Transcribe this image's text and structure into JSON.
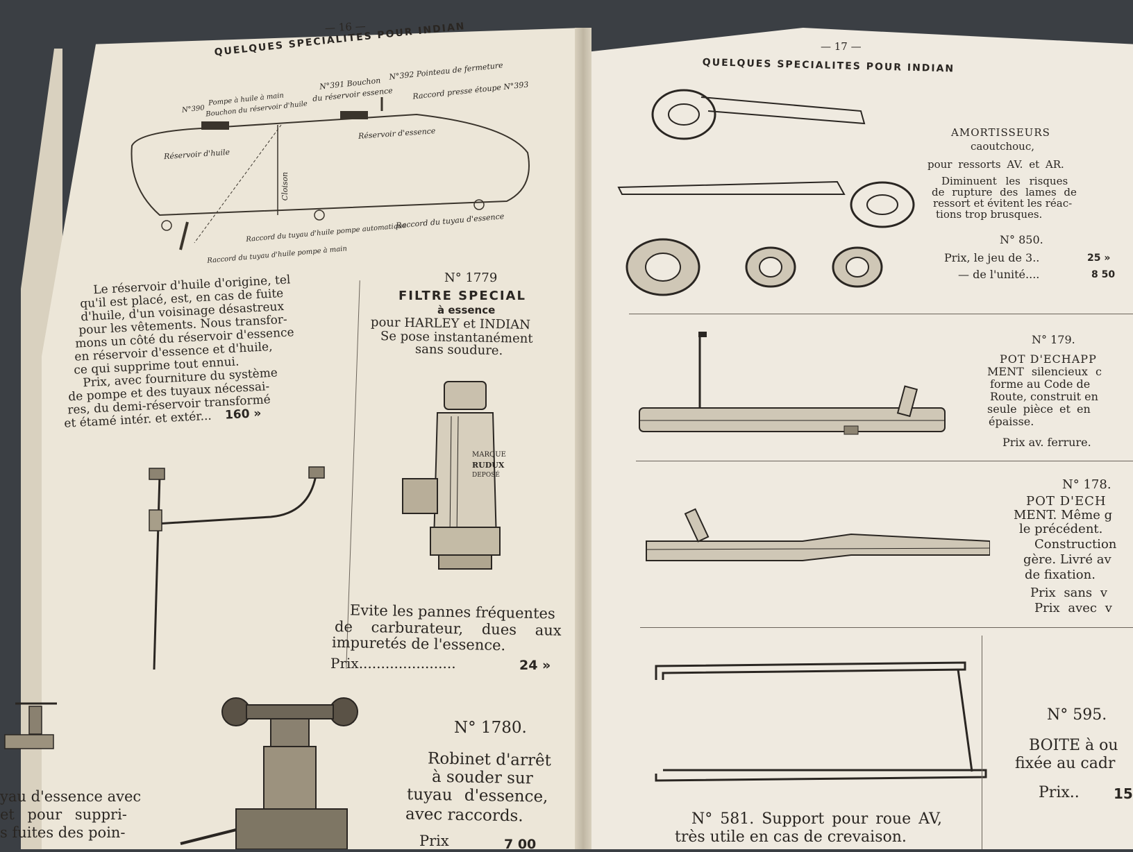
{
  "left_page": {
    "page_number": "— 16 —",
    "header": "QUELQUES SPECIALITES POUR INDIAN",
    "tank_labels": {
      "l1": "N°391 Bouchon",
      "l2": "du réservoir essence",
      "l3": "N°392 Pointeau de fermeture",
      "l4": "Raccord presse étoupe N°393",
      "l5": "N°390",
      "l6": "Pompe à huile à main",
      "l7": "Bouchon du réservoir d'huile",
      "l8": "Réservoir d'huile",
      "l9": "Réservoir d'essence",
      "l10": "Cloison",
      "l11": "Raccord du tuyau d'essence",
      "l12": "Raccord du tuyau d'huile pompe automatique",
      "l13": "Raccord du tuyau d'huile pompe à main"
    },
    "reservoir_text": [
      "Le réservoir d'huile d'origine, tel",
      "qu'il est placé, est, en cas de fuite",
      "d'huile, d'un voisinage désastreux",
      "pour les vêtements. Nous transfor-",
      "mons un côté du réservoir d'essence",
      "en réservoir d'essence et d'huile,",
      "ce qui supprime tout ennui.",
      "Prix, avec fourniture du système",
      "de pompe et des tuyaux nécessai-",
      "res, du demi-réservoir transformé",
      "et étamé intér. et extér..."
    ],
    "reservoir_price": "160 »",
    "filter": {
      "number": "N° 1779",
      "title": "FILTRE SPECIAL",
      "subtitle": "à essence",
      "line1": "pour HARLEY et INDIAN",
      "line2": "Se pose instantanément",
      "line3": "sans soudure.",
      "brand_1": "MARQUE",
      "brand_2": "RUDUX",
      "brand_3": "DEPOSÉ",
      "desc1": "Evite les pannes fréquentes",
      "desc2": "de carburateur, dues aux",
      "desc3": "impuretés de l'essence.",
      "price_label": "Prix......................",
      "price": "24 »"
    },
    "valve": {
      "number": "N° 1780.",
      "l1": "Robinet d'arrêt",
      "l2": "à souder sur",
      "l3": "tuyau d'essence,",
      "l4": "avec raccords.",
      "price_label": "Prix",
      "price": "7 00"
    },
    "bottom_left": {
      "l1": "yau d'essence avec",
      "l2": "et pour suppri-",
      "l3": "s fuites des poin-"
    }
  },
  "right_page": {
    "page_number": "— 17 —",
    "header": "QUELQUES SPECIALITES POUR INDIAN",
    "amortisseurs": {
      "title": "AMORTISSEURS",
      "l1": "caoutchouc,",
      "l2": "pour ressorts AV. et AR.",
      "d1": "Diminuent les risques",
      "d2": "de rupture des lames de",
      "d3": "ressort et évitent les réac-",
      "d4": "tions trop brusques.",
      "number": "N° 850.",
      "price1_label": "Prix, le jeu de 3..",
      "price1": "25 »",
      "price2_label": "— de l'unité....",
      "price2": "8 50"
    },
    "pot179": {
      "number": "N° 179.",
      "l1": "POT D'ECHAPP",
      "l2": "MENT silencieux c",
      "l3": "forme au Code de",
      "l4": "Route, construit en",
      "l5": "seule pièce et en",
      "l6": "épaisse.",
      "price": "Prix av. ferrure."
    },
    "pot178": {
      "number": "N° 178.",
      "l1": "POT D'ECH",
      "l2": "MENT. Même g",
      "l3": "le précédent.",
      "l4": "Construction",
      "l5": "gère. Livré av",
      "l6": "de fixation.",
      "p1": "Prix sans v",
      "p2": "Prix avec v"
    },
    "boite": {
      "number": "N° 595.",
      "l1": "BOITE à ou",
      "l2": "fixée au cadr",
      "price_label": "Prix..",
      "price": "15"
    },
    "support": {
      "l1": "N° 581. Support pour roue AV,",
      "l2": "très utile en cas de crevaison."
    }
  }
}
